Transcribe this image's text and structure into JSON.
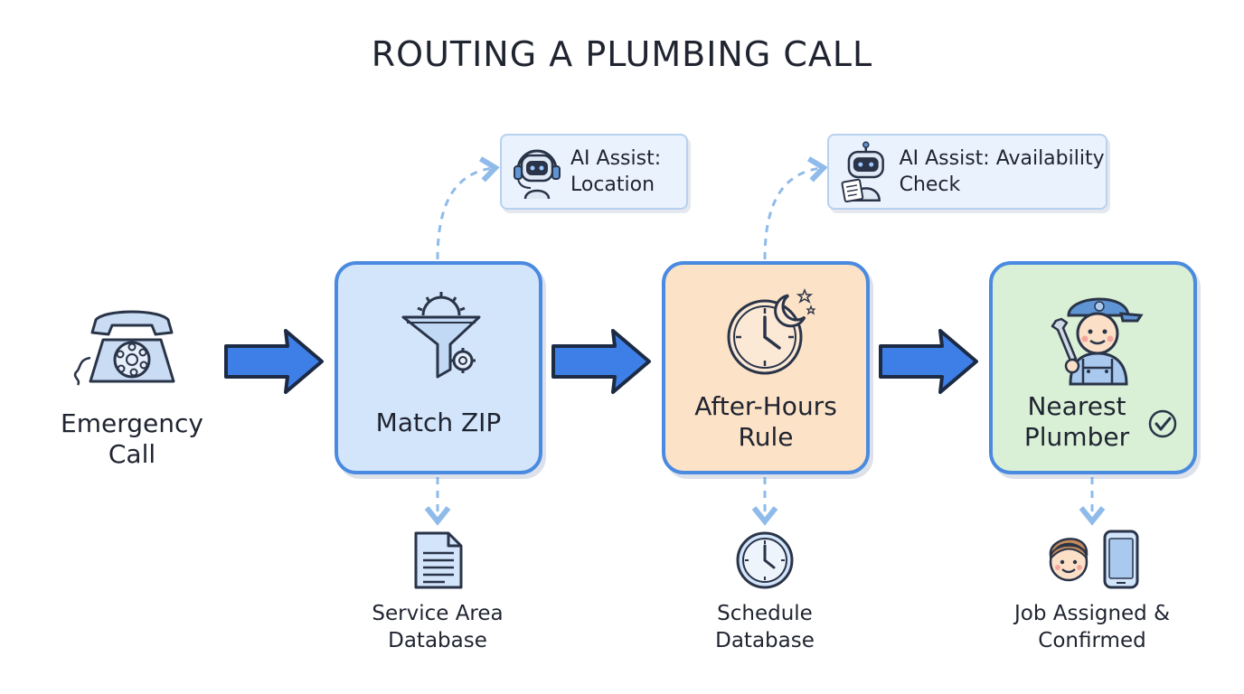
{
  "title": "ROUTING A PLUMBING CALL",
  "start": {
    "label": "Emergency Call",
    "icon": "rotary-phone-icon"
  },
  "steps": [
    {
      "label": "Match ZIP",
      "icon": "funnel-gears-icon",
      "color": "#d3e5fb"
    },
    {
      "label": "After-Hours Rule",
      "icon": "clock-moon-icon",
      "color": "#fce2c6"
    },
    {
      "label": "Nearest Plumber",
      "icon": "plumber-icon",
      "color": "#d9f0d6",
      "badge_icon": "check-circle-icon"
    }
  ],
  "assists": [
    {
      "text": "AI Assist: Location",
      "icon": "robot-headset-icon"
    },
    {
      "text": "AI Assist: Availability Check",
      "icon": "robot-clipboard-icon"
    }
  ],
  "outputs": [
    {
      "text": "Service Area Database",
      "icon": "document-icon"
    },
    {
      "text": "Schedule Database",
      "icon": "clock-icon"
    },
    {
      "text": "Job Assigned & Confirmed",
      "icon": "person-phone-icon"
    }
  ],
  "colors": {
    "accent": "#4a8ae0",
    "arrow": "#3d7fe6",
    "dashed": "#8fbbea"
  }
}
